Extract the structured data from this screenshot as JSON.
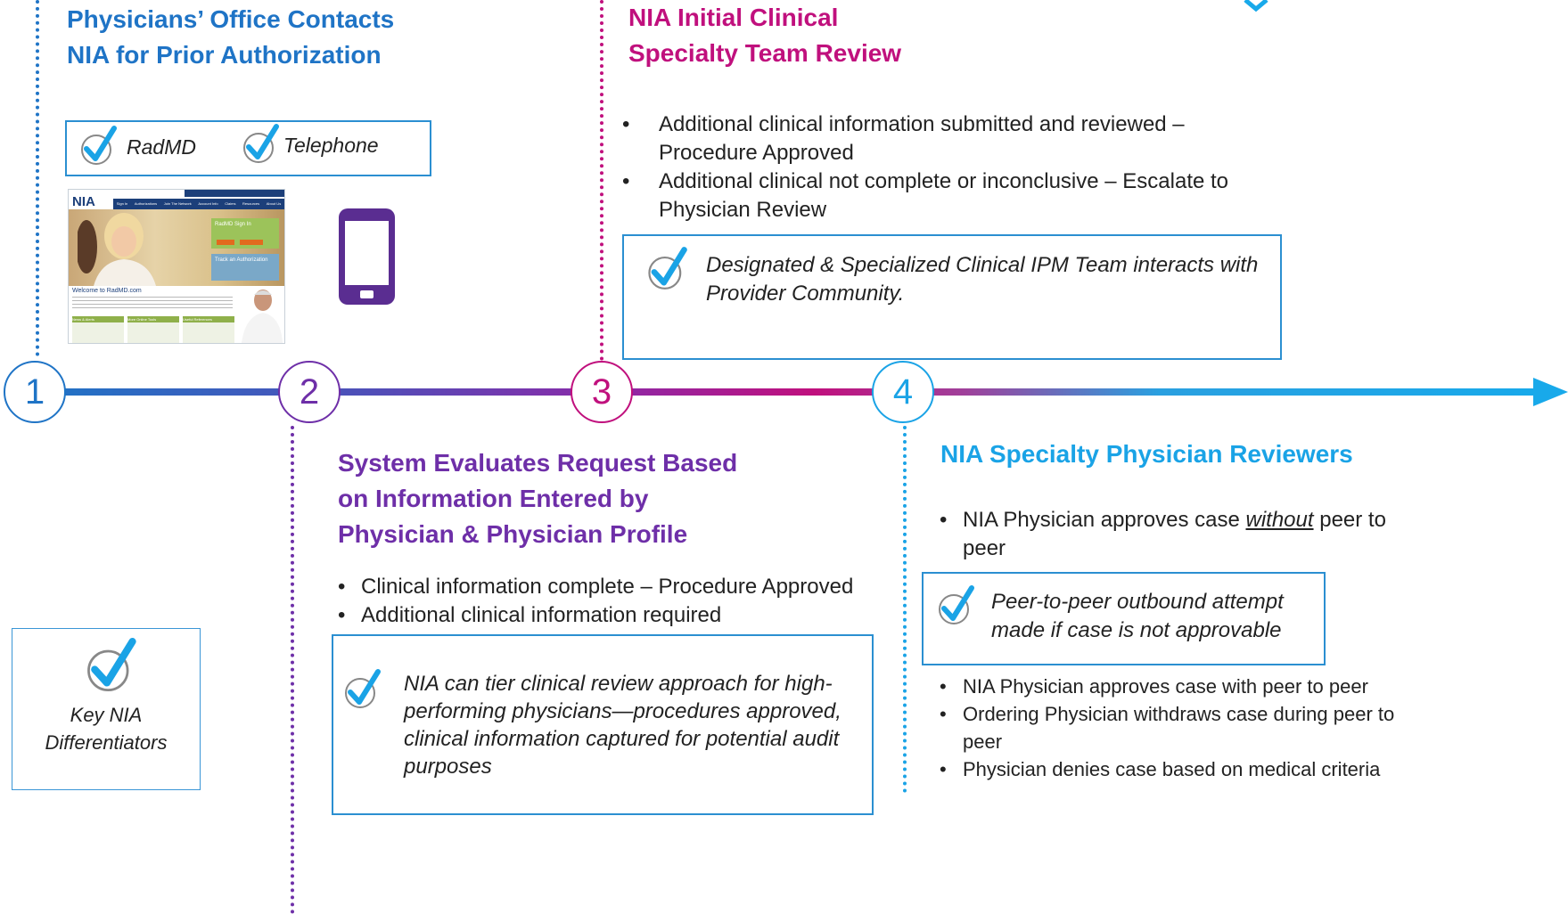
{
  "step1": {
    "number": "1",
    "title_line1": "Physicians’ Office Contacts",
    "title_line2": "NIA for Prior Authorization",
    "option1": "RadMD",
    "option2": "Telephone",
    "site": {
      "logo": "NIA",
      "nav": [
        "Sign In",
        "Authorizations",
        "Join The Network",
        "Account Info",
        "Claims",
        "Resources",
        "About Us"
      ],
      "signin_title": "RadMD Sign In",
      "track_title": "Track an Authorization",
      "welcome": "Welcome to RadMD.com",
      "col1": "News & Alerts",
      "col2": "More Online Tools",
      "col3": "Useful References"
    }
  },
  "step2": {
    "number": "2",
    "title_line1": "System Evaluates Request Based",
    "title_line2": "on Information Entered by",
    "title_line3": "Physician & Physician Profile",
    "bullets": [
      "Clinical information complete – Procedure Approved",
      "Additional clinical information required"
    ],
    "note": "NIA can tier clinical review approach for high-performing physicians—procedures approved, clinical information captured for potential audit purposes"
  },
  "step3": {
    "number": "3",
    "title_line1": "NIA Initial Clinical",
    "title_line2": "Specialty Team Review",
    "bullets": [
      "Additional clinical information submitted and reviewed – Procedure Approved",
      "Additional clinical not complete or inconclusive – Escalate to Physician Review"
    ],
    "note": "Designated & Specialized Clinical IPM Team interacts with Provider Community."
  },
  "step4": {
    "number": "4",
    "title": "NIA Specialty Physician Reviewers",
    "bullet_a_pre": "NIA Physician approves case ",
    "bullet_a_em": "without",
    "bullet_a_post": " peer to peer",
    "note": "Peer-to-peer outbound attempt made if case is not approvable",
    "bullets_b": [
      "NIA Physician approves case with peer to peer",
      "Ordering Physician withdraws case during peer to peer",
      "Physician denies case based on medical criteria"
    ]
  },
  "legend": {
    "line1": "Key NIA",
    "line2": "Differentiators"
  },
  "colors": {
    "blue": "#1f74c6",
    "purple": "#6e2fa8",
    "magenta": "#c0107d",
    "sky": "#1aa3e6",
    "box_border": "#2b8fd1",
    "phone": "#5a2d91"
  }
}
